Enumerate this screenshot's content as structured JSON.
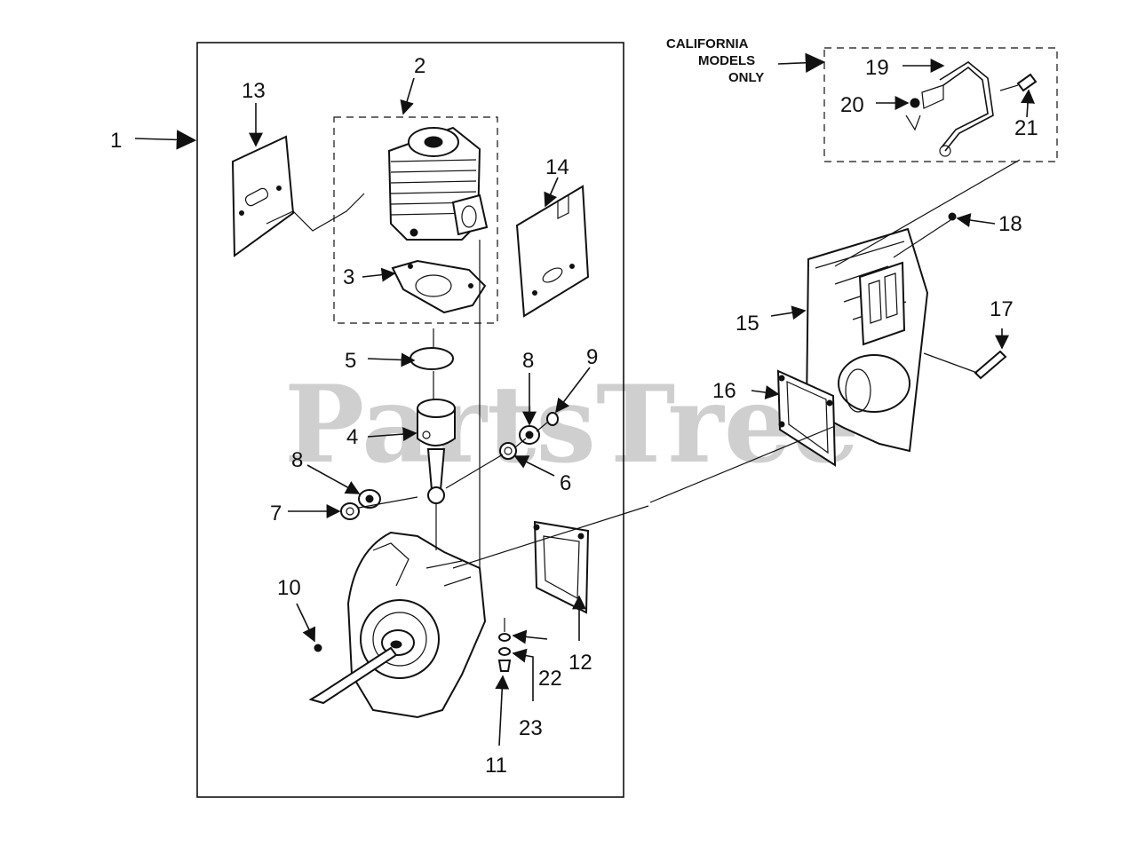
{
  "watermark": "PartsTree",
  "california_note": [
    "CALIFORNIA",
    "MODELS",
    "ONLY"
  ],
  "labels": {
    "p1": "1",
    "p2": "2",
    "p3": "3",
    "p4": "4",
    "p5": "5",
    "p6": "6",
    "p7": "7",
    "p8a": "8",
    "p8b": "8",
    "p9": "9",
    "p10": "10",
    "p11": "11",
    "p12": "12",
    "p13": "13",
    "p14": "14",
    "p15": "15",
    "p16": "16",
    "p17": "17",
    "p18": "18",
    "p19": "19",
    "p20": "20",
    "p21": "21",
    "p22": "22",
    "p23": "23"
  }
}
